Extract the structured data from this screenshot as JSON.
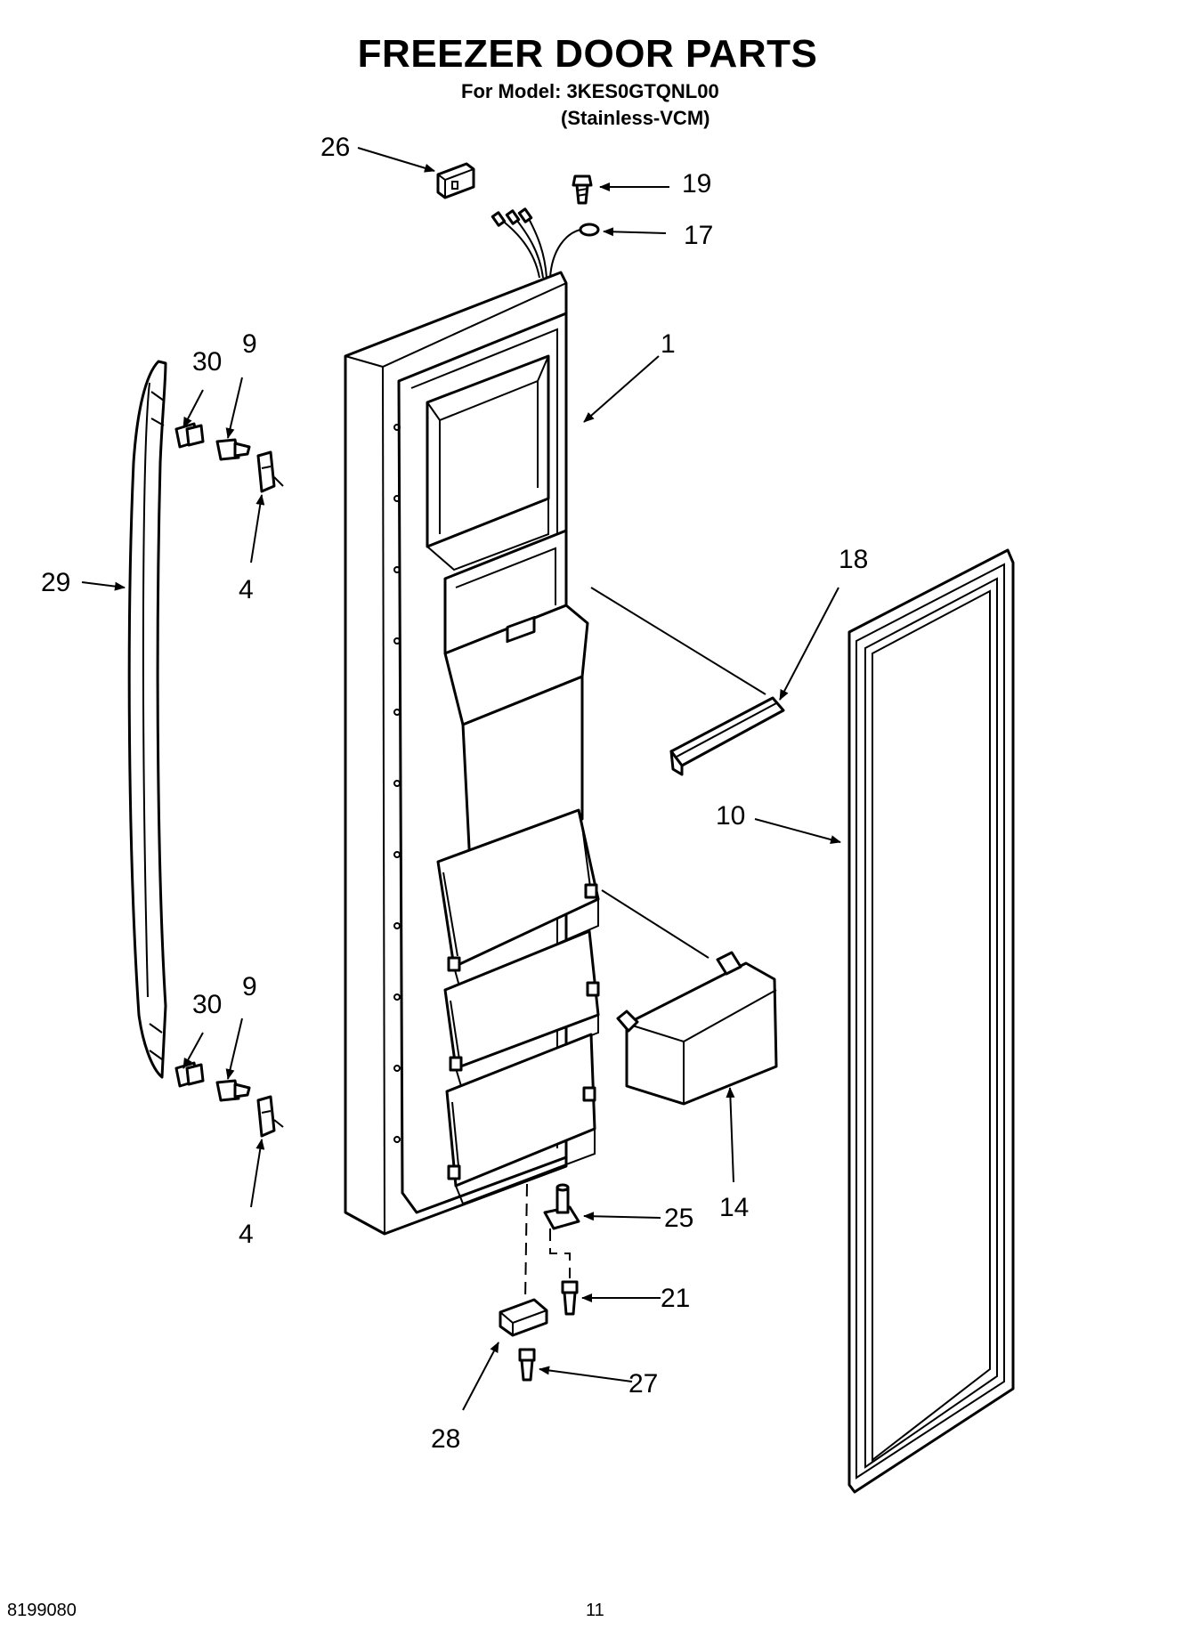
{
  "header": {
    "title": "FREEZER DOOR PARTS",
    "model": "For Model: 3KES0GTQNL00",
    "variant": "(Stainless-VCM)"
  },
  "footer": {
    "doc_number": "8199080",
    "page_number": "11"
  },
  "callouts": {
    "c26": "26",
    "c19": "19",
    "c17": "17",
    "c1": "1",
    "c30a": "30",
    "c9a": "9",
    "c4a": "4",
    "c29": "29",
    "c18": "18",
    "c10": "10",
    "c30b": "30",
    "c9b": "9",
    "c4b": "4",
    "c14": "14",
    "c25": "25",
    "c21": "21",
    "c27": "27",
    "c28": "28"
  }
}
